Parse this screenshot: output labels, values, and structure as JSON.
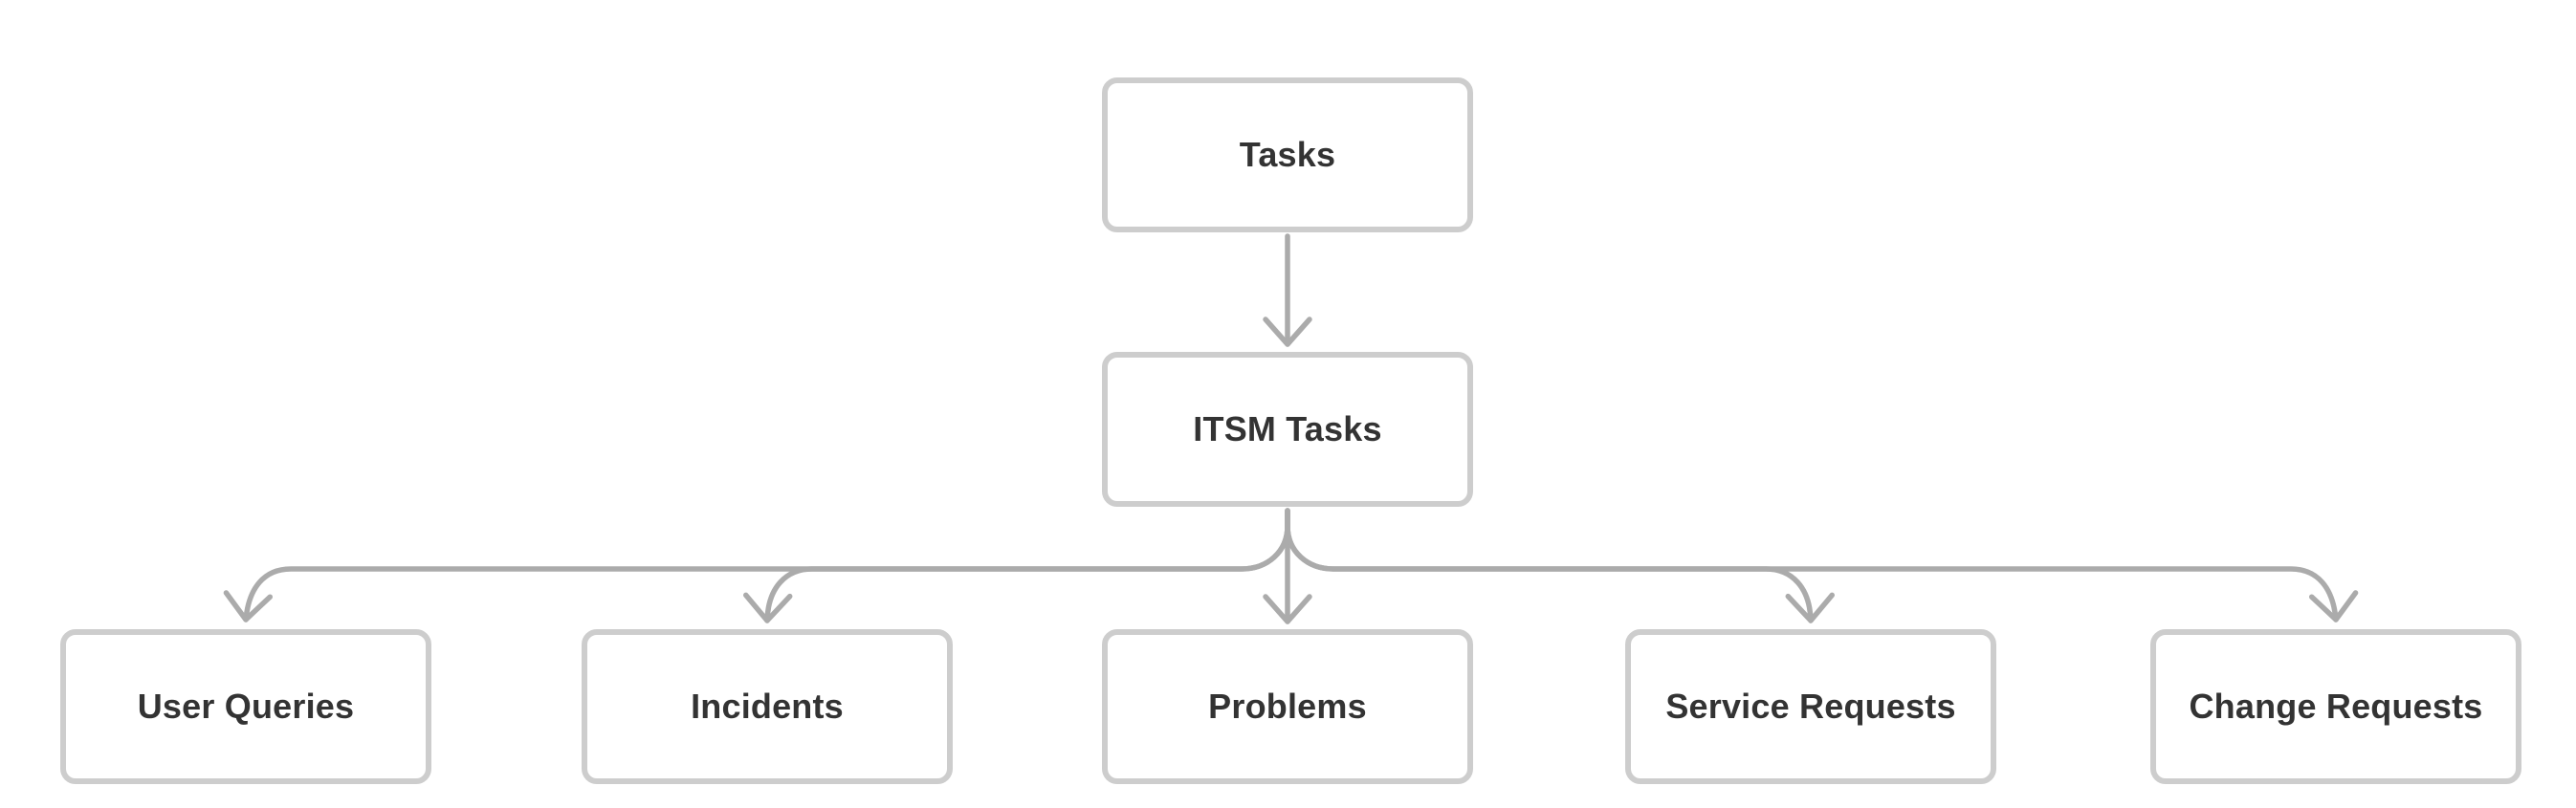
{
  "diagram": {
    "type": "flowchart",
    "direction": "top-down",
    "nodes": {
      "tasks": {
        "label": "Tasks"
      },
      "itsm_tasks": {
        "label": "ITSM Tasks"
      },
      "user_queries": {
        "label": "User Queries"
      },
      "incidents": {
        "label": "Incidents"
      },
      "problems": {
        "label": "Problems"
      },
      "service_requests": {
        "label": "Service Requests"
      },
      "change_requests": {
        "label": "Change Requests"
      }
    },
    "edges": [
      {
        "from": "Tasks",
        "to": "ITSM Tasks"
      },
      {
        "from": "ITSM Tasks",
        "to": "User Queries"
      },
      {
        "from": "ITSM Tasks",
        "to": "Incidents"
      },
      {
        "from": "ITSM Tasks",
        "to": "Problems"
      },
      {
        "from": "ITSM Tasks",
        "to": "Service Requests"
      },
      {
        "from": "ITSM Tasks",
        "to": "Change Requests"
      }
    ]
  },
  "colors": {
    "background": "#ffffff",
    "node_border": "#cdcdcd",
    "node_fill": "#ffffff",
    "connector": "#ababab",
    "text": "#333333"
  }
}
